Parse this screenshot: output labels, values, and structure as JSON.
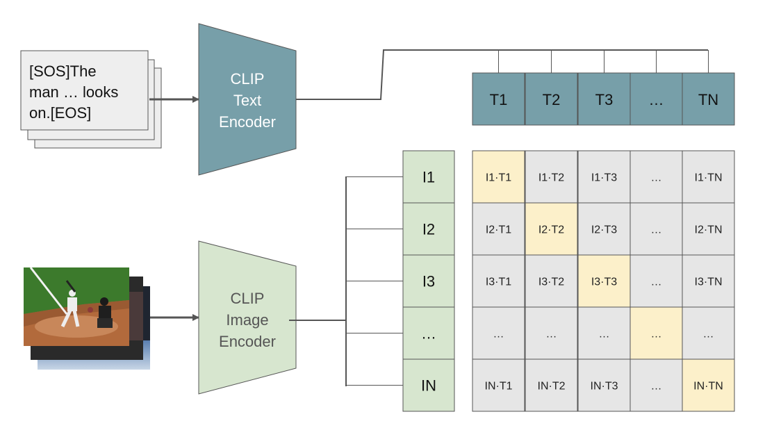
{
  "text_card": {
    "lines": [
      "[SOS]The",
      "man … looks",
      "on.[EOS]"
    ]
  },
  "text_encoder": {
    "lines": [
      "CLIP",
      "Text",
      "Encoder"
    ]
  },
  "image_encoder": {
    "lines": [
      "CLIP",
      "Image",
      "Encoder"
    ]
  },
  "text_tokens": [
    "T1",
    "T2",
    "T3",
    "…",
    "TN"
  ],
  "image_tokens": [
    "I1",
    "I2",
    "I3",
    "…",
    "IN"
  ],
  "matrix": [
    [
      "I1·T1",
      "I1·T2",
      "I1·T3",
      "…",
      "I1·TN"
    ],
    [
      "I2·T1",
      "I2·T2",
      "I2·T3",
      "…",
      "I2·TN"
    ],
    [
      "I3·T1",
      "I3·T2",
      "I3·T3",
      "…",
      "I3·TN"
    ],
    [
      "…",
      "…",
      "…",
      "…",
      "…"
    ],
    [
      "IN·T1",
      "IN·T2",
      "IN·T3",
      "…",
      "IN·TN"
    ]
  ],
  "colors": {
    "text_encoder": "#779fa9",
    "image_encoder": "#d7e6cf",
    "token_text": "#779fa9",
    "token_image": "#d7e6cf",
    "cell": "#e6e6e6",
    "diagonal": "#fcf0ca",
    "card": "#eeeeee",
    "line": "#555555"
  }
}
